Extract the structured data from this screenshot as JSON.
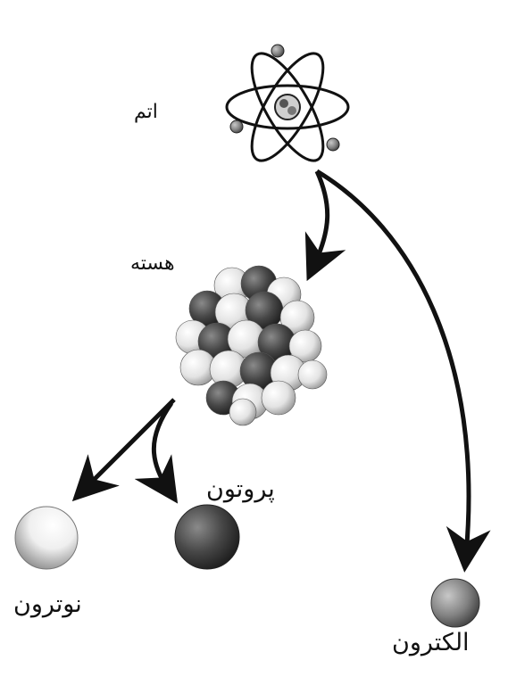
{
  "labels": {
    "atom": "اتم",
    "nucleus": "هسته",
    "proton": "پروتون",
    "neutron": "نوترون",
    "electron": "الکترون"
  },
  "icons": {
    "atom": "atom-icon",
    "nucleus": "nucleus-cluster",
    "proton": "proton-sphere",
    "neutron": "neutron-sphere",
    "electron": "electron-sphere"
  },
  "colors": {
    "line": "#111111",
    "proton": "#4a4a4a",
    "neutron": "#e6e6e6",
    "electron": "#7a7a7a"
  }
}
